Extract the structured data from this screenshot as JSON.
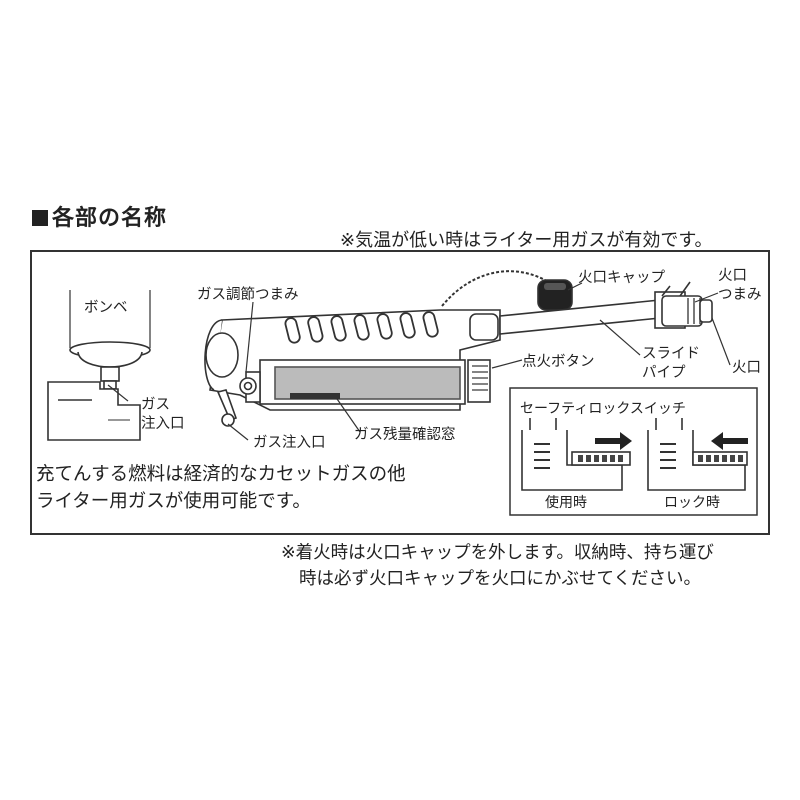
{
  "section_title": "各部の名称",
  "top_note": "※気温が低い時はライター用ガスが有効です。",
  "labels": {
    "cylinder": "ボンベ",
    "gas_adjust_knob": "ガス調節つまみ",
    "gas_inlet_left": "ガス\n注入口",
    "gas_inlet_bottom": "ガス注入口",
    "gas_level_window": "ガス残量確認窓",
    "ignition_button": "点火ボタン",
    "slide_pipe": "スライド\nパイプ",
    "nozzle_cap": "火口キャップ",
    "nozzle_knob": "火口\nつまみ",
    "nozzle": "火口"
  },
  "safety_lock": {
    "title": "セーフティロックスイッチ",
    "in_use": "使用時",
    "locked": "ロック時"
  },
  "fuel_note": {
    "line1": "充てんする燃料は経済的なカセットガスの他",
    "line2": "ライター用ガスが使用可能です。"
  },
  "bottom_note": {
    "line1": "※着火時は火口キャップを外します。収納時、持ち運び",
    "line2": "時は必ず火口キャップを火口にかぶせてください。"
  }
}
